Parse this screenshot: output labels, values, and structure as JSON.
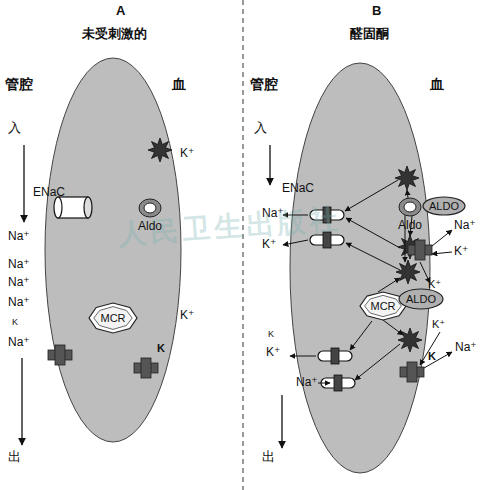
{
  "diagram": {
    "nodes": [
      {
        "text": [
          "Aldo"
        ]
      },
      {
        "text": [
          "MCR"
        ]
      },
      {
        "text": [
          "Aldo"
        ]
      },
      {
        "text": [
          "ALDO"
        ]
      },
      {
        "text": [
          "MCR"
        ]
      },
      {
        "text": [
          "ALDO"
        ]
      }
    ],
    "labels": [
      "A",
      "未受刺激的",
      "管腔",
      "血",
      "入",
      "ENaC",
      "Na⁺",
      "Na⁺",
      "Na⁺",
      "Na⁺",
      "K",
      "Na⁺",
      "K⁺",
      "K⁺",
      "K",
      "出",
      "B",
      "醛固酮",
      "管腔",
      "血",
      "入",
      "ENaC",
      "Na⁺",
      "K⁺",
      "Na⁺",
      "K⁺",
      "K⁺",
      "K⁺",
      "Na⁺",
      "K",
      "K",
      "K⁺",
      "Na⁺",
      "出",
      "人民卫生出版社"
    ]
  }
}
